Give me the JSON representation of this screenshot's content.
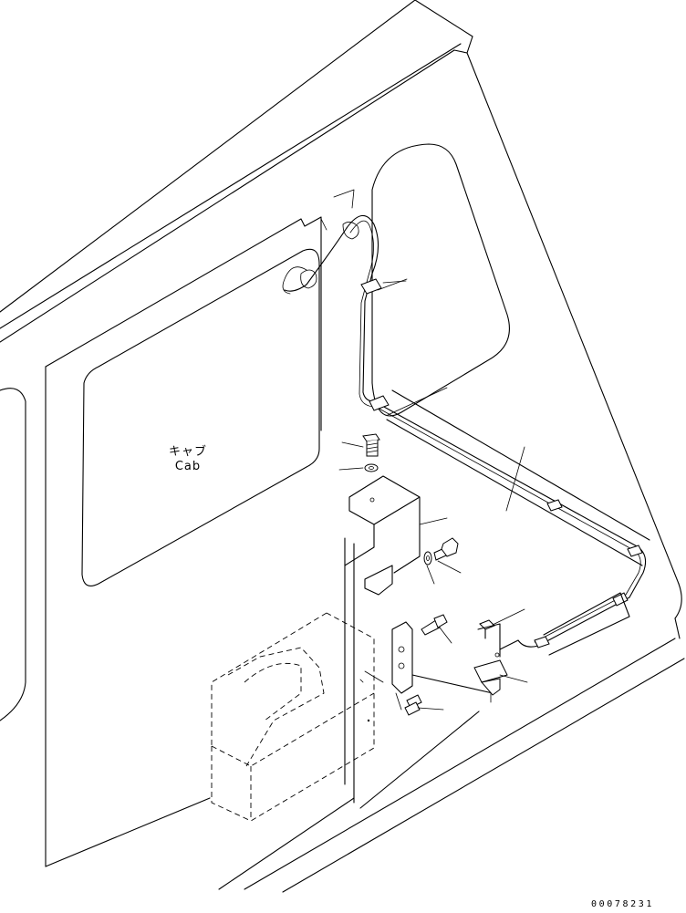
{
  "diagram": {
    "cab_label_jp": "キャブ",
    "cab_label_en": "Cab",
    "drawing_number": "00078231"
  }
}
